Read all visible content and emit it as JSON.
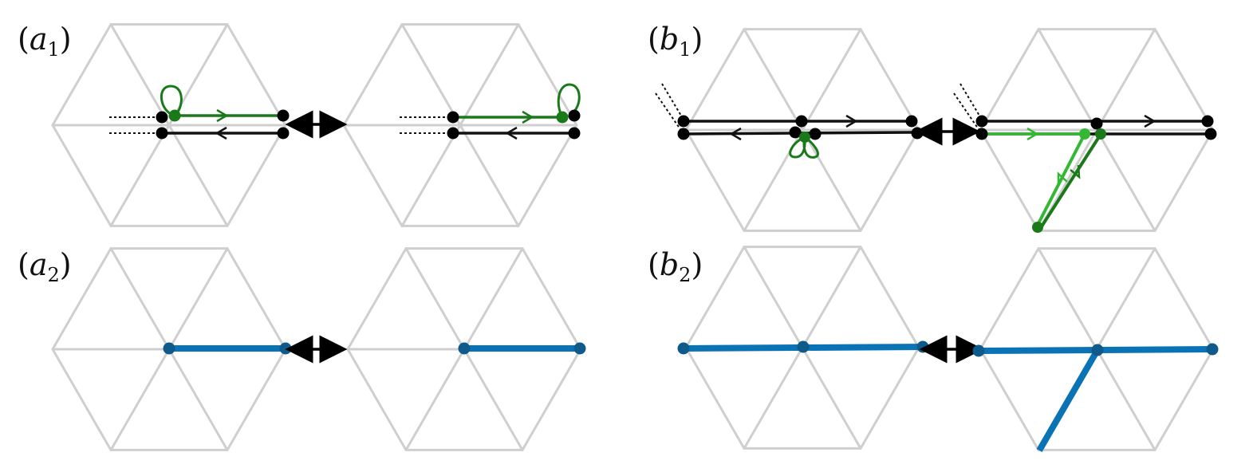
{
  "panels": [
    {
      "id": "a1",
      "letter": "a",
      "sub": "1"
    },
    {
      "id": "a2",
      "letter": "a",
      "sub": "2"
    },
    {
      "id": "b1",
      "letter": "b",
      "sub": "1"
    },
    {
      "id": "b2",
      "letter": "b",
      "sub": "2"
    }
  ],
  "colors": {
    "grid": "#cfcfcf",
    "string": "#111111",
    "loop_dark_green": "#1a7a1a",
    "loop_light_green": "#33b833",
    "bond_blue": "#0a73b5",
    "bond_node": "#0e5a8a",
    "node": "#000000"
  },
  "icons": {
    "equivalence": "double-headed-arrow-icon"
  }
}
